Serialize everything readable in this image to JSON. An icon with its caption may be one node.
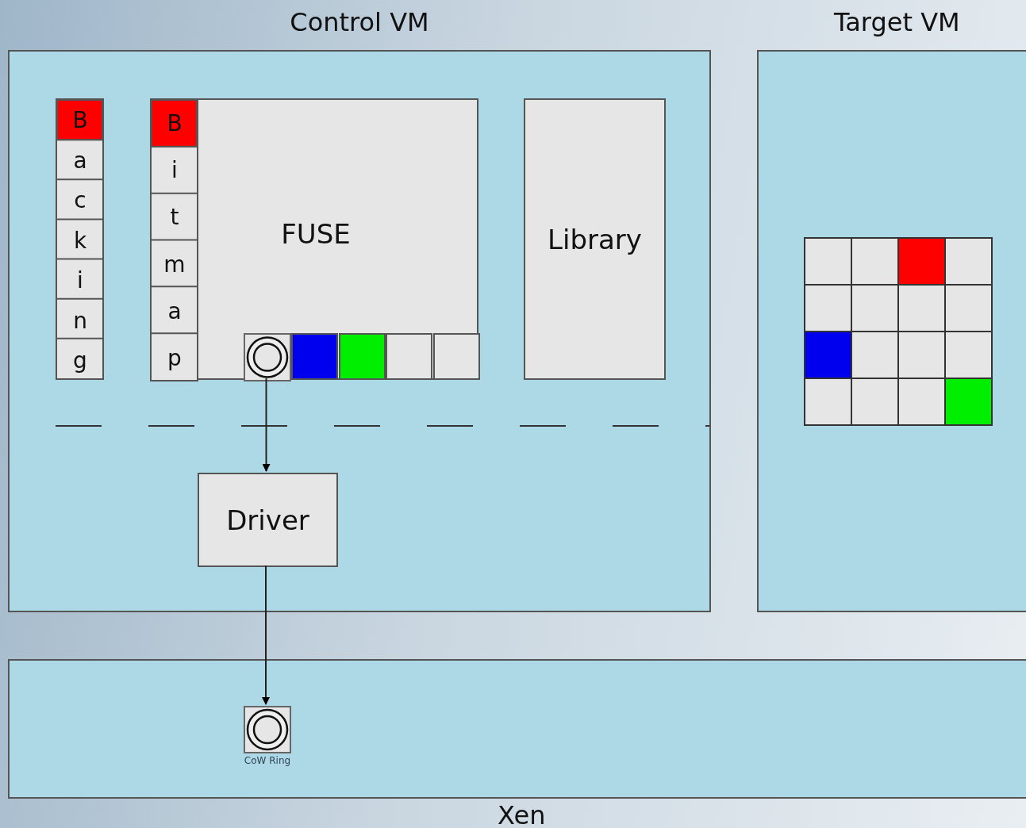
{
  "diagram": {
    "nodes": [
      {
        "text": [
          "Control VM"
        ]
      },
      {
        "text": [
          "Backing"
        ],
        "in": 0
      },
      {
        "text": [
          "FUSE"
        ],
        "in": 0
      },
      {
        "text": [
          "Bitmap"
        ],
        "in": 2
      },
      {
        "text": [],
        "shape": "box",
        "in": 2
      },
      {
        "text": [
          "Library"
        ],
        "in": 0
      },
      {
        "text": [
          "Driver"
        ],
        "in": 0
      },
      {
        "text": [
          "Target VM"
        ]
      },
      {
        "text": [
          "Xen"
        ]
      },
      {
        "text": [
          "CoW Ring"
        ],
        "in": 8
      }
    ],
    "edges": [
      {
        "from": 4,
        "to": 6,
        "arrow": "to"
      },
      {
        "from": 6,
        "to": 9,
        "arrow": "to"
      }
    ]
  }
}
